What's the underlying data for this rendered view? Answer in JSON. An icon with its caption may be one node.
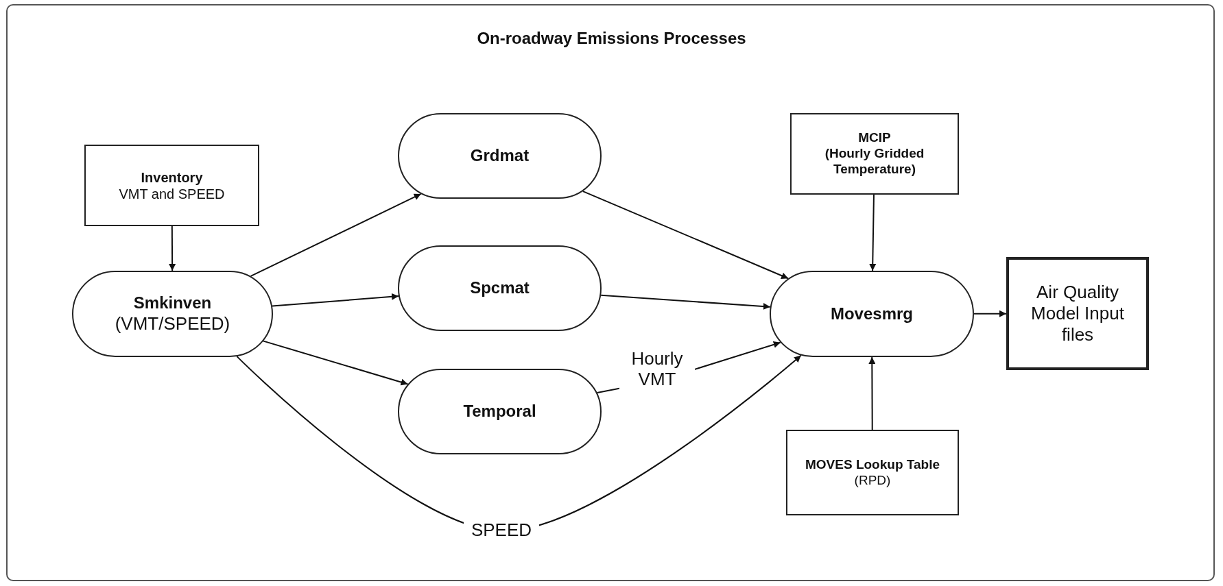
{
  "diagram": {
    "title": "On-roadway Emissions Processes",
    "nodes": [
      {
        "text": [
          "Inventory",
          "VMT and SPEED"
        ]
      },
      {
        "text": [
          "Smkinven",
          "(VMT/SPEED)"
        ]
      },
      {
        "text": [
          "Grdmat"
        ]
      },
      {
        "text": [
          "Spcmat"
        ]
      },
      {
        "text": [
          "Temporal"
        ]
      },
      {
        "text": [
          "MCIP",
          "(Hourly Gridded Temperature)"
        ]
      },
      {
        "text": [
          "Movesmrg"
        ]
      },
      {
        "text": [
          "MOVES Lookup Table",
          "(RPD)"
        ]
      },
      {
        "text": [
          "Air Quality Model Input files"
        ]
      }
    ],
    "edges": [
      {
        "from": 0,
        "to": 1,
        "arrow": "to"
      },
      {
        "from": 1,
        "to": 2,
        "arrow": "to"
      },
      {
        "from": 1,
        "to": 3,
        "arrow": "to"
      },
      {
        "from": 1,
        "to": 4,
        "arrow": "to"
      },
      {
        "from": 2,
        "to": 6,
        "arrow": "to"
      },
      {
        "from": 3,
        "to": 6,
        "arrow": "to"
      },
      {
        "from": 4,
        "to": 6,
        "label": "Hourly VMT",
        "arrow": "to"
      },
      {
        "from": 1,
        "to": 6,
        "label": "SPEED",
        "arrow": "to"
      },
      {
        "from": 5,
        "to": 6,
        "arrow": "to"
      },
      {
        "from": 7,
        "to": 6,
        "arrow": "to"
      },
      {
        "from": 6,
        "to": 8,
        "arrow": "to"
      }
    ]
  }
}
